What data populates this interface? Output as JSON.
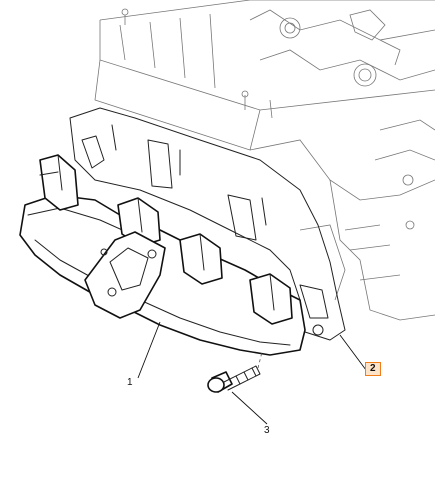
{
  "diagram": {
    "callouts": [
      {
        "id": "part-1",
        "label": "1"
      },
      {
        "id": "part-2",
        "label": "2",
        "highlighted": true
      },
      {
        "id": "part-3",
        "label": "3"
      }
    ],
    "colors": {
      "line": "#222222",
      "highlight_border": "#f07c1a",
      "highlight_fill": "#fde3c8",
      "background": "#ffffff"
    }
  }
}
